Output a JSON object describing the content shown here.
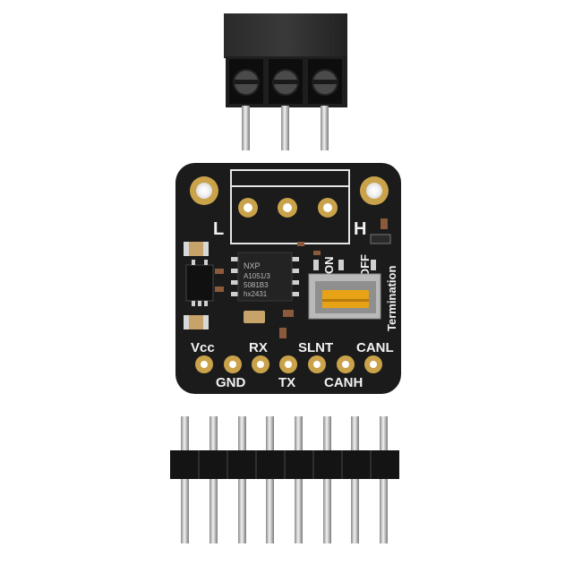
{
  "scene": {
    "background": "#ffffff",
    "pcb_color": "#1b1b1c",
    "gold_color": "#c9a24a",
    "switch_color": "#e8a216"
  },
  "board": {
    "label_L": "L",
    "label_H": "H",
    "label_on": "ON",
    "label_off": "OFF",
    "label_termination": "Termination",
    "chip_brand": "NXP",
    "chip_line1": "A1051/3",
    "chip_line2": "5081B3",
    "chip_line3": "hx2431"
  },
  "pins": {
    "top_labels": [
      "Vcc",
      "RX",
      "SLNT",
      "CANL"
    ],
    "bottom_labels": [
      "GND",
      "TX",
      "CANH"
    ]
  }
}
